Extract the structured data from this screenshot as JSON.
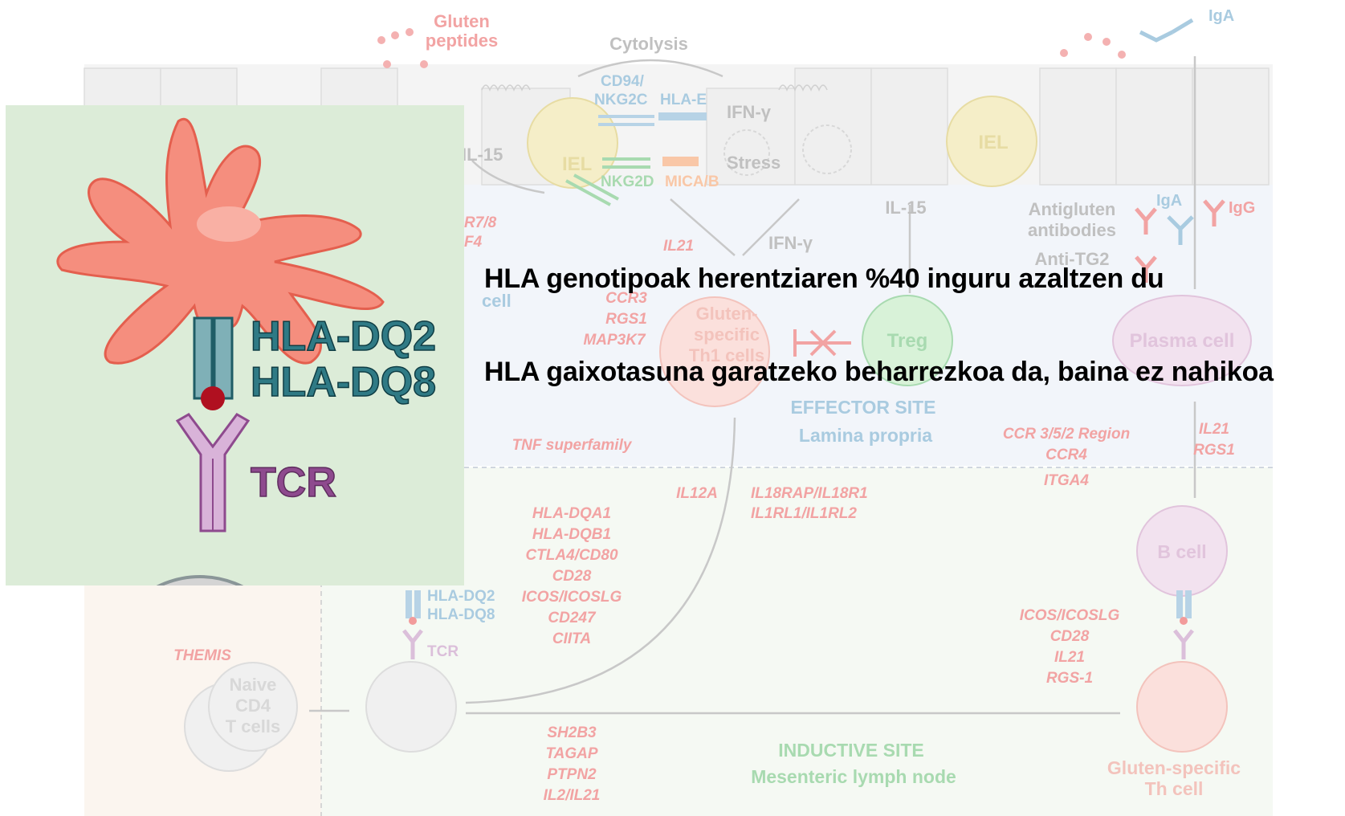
{
  "statements": {
    "line1": "HLA genotipoak herentziaren %40 inguru azaltzen du",
    "line2": "HLA gaixotasuna garatzeko beharrezkoa da, baina ez nahikoa"
  },
  "inset": {
    "receptor1": "HLA-DQ2",
    "receptor2": "HLA-DQ8",
    "tcr": "TCR"
  },
  "background_diagram": {
    "epithelium": {
      "gluten_peptides": "Gluten peptides",
      "cytolysis": "Cytolysis",
      "cd94": "CD94/",
      "nkg2c": "NKG2C",
      "hla_e": "HLA-E",
      "ifn_gamma_1": "IFN-γ",
      "stress": "Stress",
      "nkg2d": "NKG2D",
      "mica_b": "MICA/B",
      "iel_1": "IEL",
      "iel_2": "IEL",
      "il15_a": "IL-15",
      "iga_top": "IgA"
    },
    "lamina_propria": {
      "il15": "IL-15",
      "il21": "IL21",
      "ifn_gamma_2": "IFN-γ",
      "tlr_a": "R7/8",
      "tlr_b": "F4",
      "cell_fragment": "cell",
      "ccr3": "CCR3",
      "rgs1": "RGS1",
      "map3k7": "MAP3K7",
      "th1_line1": "Gluten-",
      "th1_line2": "specific",
      "th1_line3": "Th1 cells",
      "treg": "Treg",
      "plasma_cell": "Plasma cell",
      "antigluten_1": "Antigluten",
      "antigluten_2": "antibodies",
      "anti_tg2": "Anti-TG2",
      "iga": "IgA",
      "igg": "IgG",
      "effector_site": "EFFECTOR SITE",
      "lamina_propria": "Lamina propria",
      "tnf": "TNF superfamily",
      "ccr_region": "CCR 3/5/2 Region",
      "ccr4": "CCR4",
      "itga4": "ITGA4",
      "il21_b": "IL21",
      "rgs1_b": "RGS1"
    },
    "lymph_node": {
      "il12a": "IL12A",
      "il18_1": "IL18RAP/IL18R1",
      "il18_2": "IL1RL1/IL1RL2",
      "gene_list_1": [
        "HLA-DQA1",
        "HLA-DQB1",
        "CTLA4/CD80",
        "CD28",
        "ICOS/ICOSLG",
        "CD247",
        "CIITA"
      ],
      "hla_dq2": "HLA-DQ2",
      "hla_dq8": "HLA-DQ8",
      "tcr": "TCR",
      "themis": "THEMIS",
      "naive_1": "Naive",
      "naive_2": "CD4",
      "naive_3": "T cells",
      "gene_list_2": [
        "SH2B3",
        "TAGAP",
        "PTPN2",
        "IL2/IL21"
      ],
      "inductive_site": "INDUCTIVE SITE",
      "mesenteric": "Mesenteric lymph node",
      "gene_list_3": [
        "ICOS/ICOSLG",
        "CD28",
        "IL21",
        "RGS-1"
      ],
      "b_cell": "B cell",
      "th_1": "Gluten-specific",
      "th_2": "Th cell"
    }
  },
  "colors": {
    "faded_red": "#f2a3a3",
    "faded_blue": "#a9cbe0",
    "faded_green": "#a8dab0",
    "faded_gray": "#c0c0c0",
    "inset_bg": "#dcecd8",
    "dendritic": "#f27c6b",
    "receptor": "#2f7a85",
    "tcr_purple": "#8e4a8e"
  }
}
